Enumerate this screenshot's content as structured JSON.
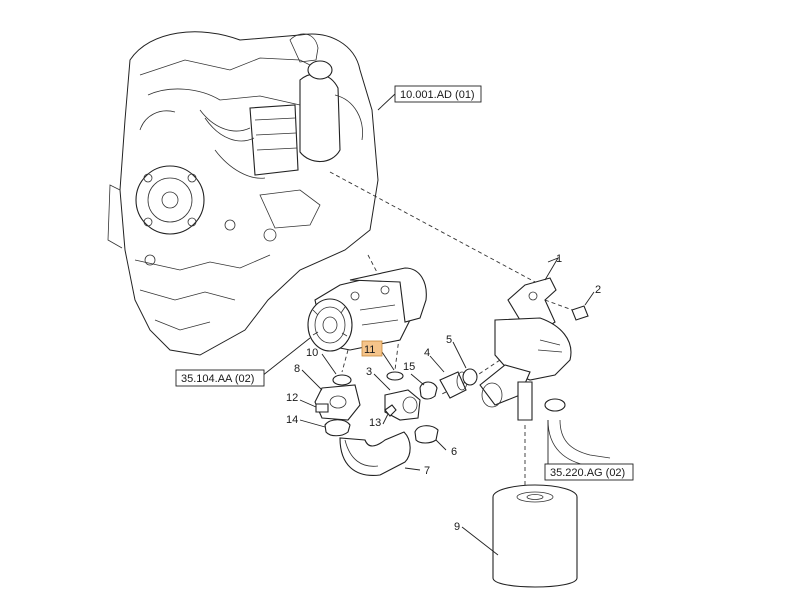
{
  "callouts": {
    "c1": "1",
    "c2": "2",
    "c3": "3",
    "c4": "4",
    "c5": "5",
    "c6": "6",
    "c7": "7",
    "c8": "8",
    "c9": "9",
    "c10": "10",
    "c11": "11",
    "c12": "12",
    "c13": "13",
    "c14": "14",
    "c15": "15"
  },
  "references": {
    "engine_ref": "10.001.AD (01)",
    "pump_ref": "35.104.AA (02)",
    "line_ref": "35.220.AG (02)"
  },
  "colors": {
    "highlight": "#f5c48a",
    "line": "#222222"
  }
}
